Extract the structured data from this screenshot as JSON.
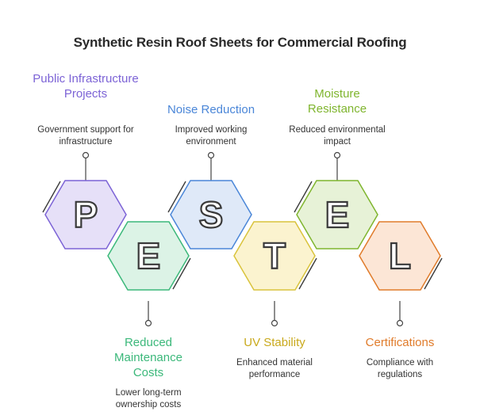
{
  "title": "Synthetic Resin Roof Sheets for Commercial Roofing",
  "colors": {
    "purple": "#7c63d6",
    "green": "#3bb87a",
    "blue": "#4a86d8",
    "yellow": "#c9a91c",
    "lime": "#7fb52e",
    "orange": "#e07b2a"
  },
  "factors": [
    {
      "letter": "P",
      "heading": "Public Infrastructure Projects",
      "desc": "Government support for infrastructure"
    },
    {
      "letter": "E",
      "heading": "Reduced Maintenance Costs",
      "desc": "Lower long-term ownership costs"
    },
    {
      "letter": "S",
      "heading": "Noise Reduction",
      "desc": "Improved working environment"
    },
    {
      "letter": "T",
      "heading": "UV Stability",
      "desc": "Enhanced material performance"
    },
    {
      "letter": "E",
      "heading": "Moisture Resistance",
      "desc": "Reduced environmental impact"
    },
    {
      "letter": "L",
      "heading": "Certifications",
      "desc": "Compliance with regulations"
    }
  ]
}
